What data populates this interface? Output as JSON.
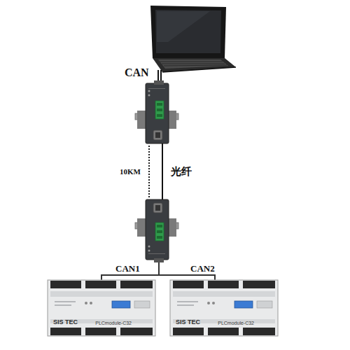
{
  "diagram": {
    "nodes": [
      {
        "text": [
          "SIS TEC",
          "PLCmodule-C32"
        ]
      },
      {
        "text": [
          "SIS TEC",
          "PLCmodule-C32"
        ]
      }
    ],
    "labels": [
      "CAN",
      "10KM",
      "光纤",
      "CAN1",
      "CAN2"
    ]
  }
}
